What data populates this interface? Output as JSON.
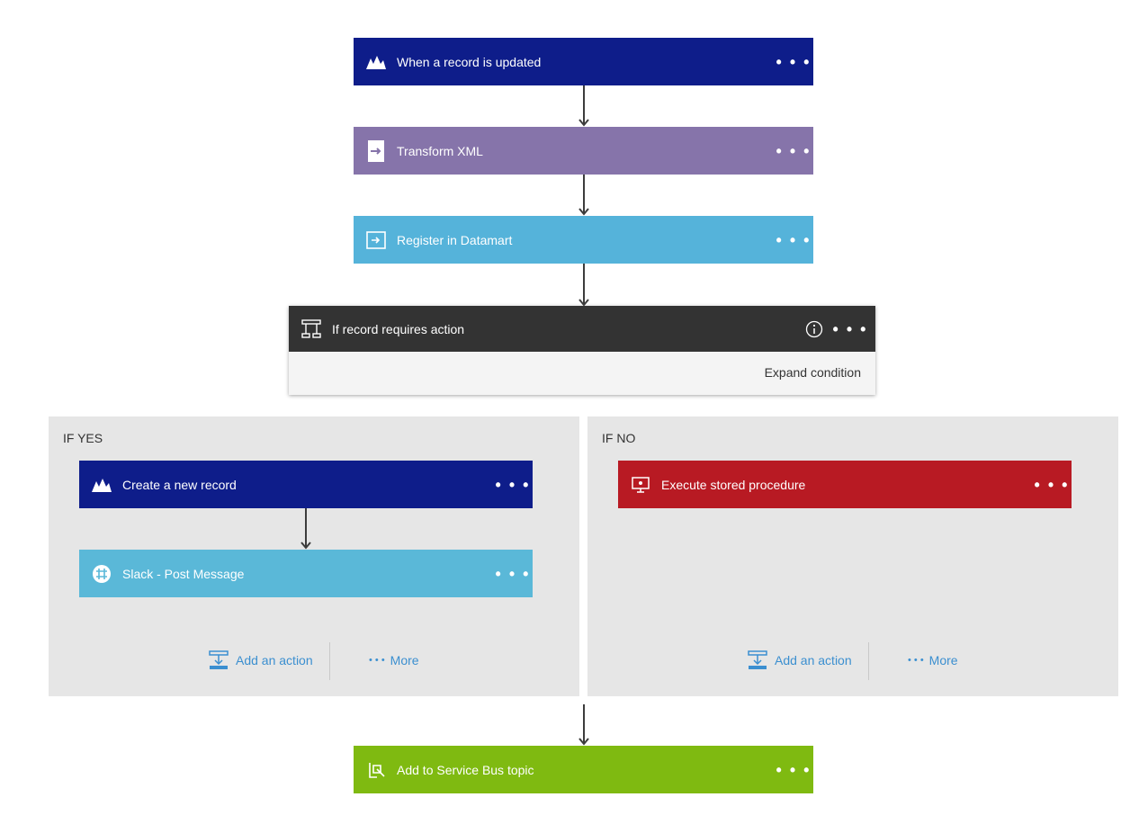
{
  "steps": [
    {
      "label": "When a record is updated",
      "color": "#0e1d8a",
      "icon": "dynamics-crm-icon"
    },
    {
      "label": "Transform XML",
      "color": "#8674aa",
      "icon": "transform-xml-icon"
    },
    {
      "label": "Register in Datamart",
      "color": "#55b3da",
      "icon": "datamart-icon"
    }
  ],
  "condition": {
    "label": "If record requires action",
    "color": "#333333",
    "info_icon": "info-icon",
    "expand_label": "Expand condition"
  },
  "yes_branch": {
    "title": "IF YES",
    "steps": [
      {
        "label": "Create a new record",
        "color": "#0e1d8a",
        "icon": "dynamics-crm-icon"
      },
      {
        "label": "Slack - Post Message",
        "color": "#5ab8d8",
        "icon": "slack-icon"
      }
    ],
    "add_action": "Add an action",
    "more": "More"
  },
  "no_branch": {
    "title": "IF NO",
    "steps": [
      {
        "label": "Execute stored procedure",
        "color": "#b81a23",
        "icon": "sql-server-icon"
      }
    ],
    "add_action": "Add an action",
    "more": "More"
  },
  "final_step": {
    "label": "Add to Service Bus topic",
    "color": "#7fba11",
    "icon": "service-bus-icon"
  },
  "menu_dots": "• • •"
}
